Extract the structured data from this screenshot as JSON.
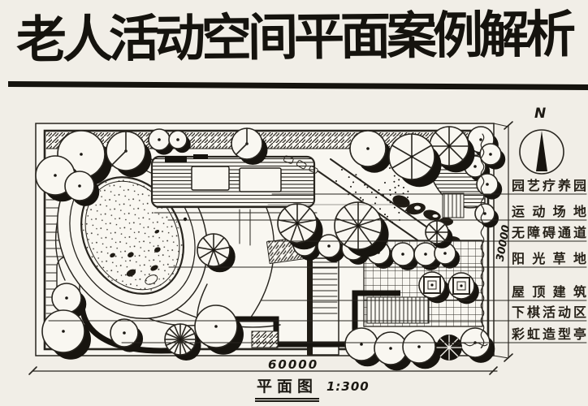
{
  "title": "老人活动空间平面案例解析",
  "plan": {
    "north_label": "N",
    "legend": [
      "园艺疗养园",
      "运动场地",
      "无障碍通道",
      "阳光草地",
      "屋顶建筑",
      "下棋活动区",
      "彩虹造型亭"
    ],
    "dimensions": {
      "horizontal": "60000",
      "vertical": "30000"
    },
    "caption": "平面图",
    "scale": "1:300"
  }
}
